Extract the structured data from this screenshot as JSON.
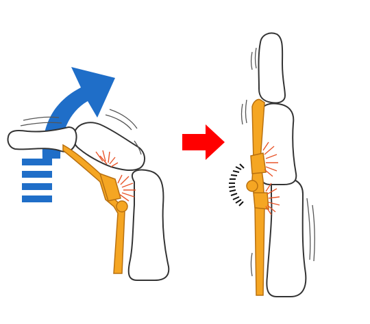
{
  "diagram": {
    "left_panel": {
      "label": "",
      "parts": [
        "finger-bones",
        "extensor-tendon",
        "ligament-fibers",
        "motion-lines",
        "bending-arrow"
      ]
    },
    "transition": {
      "icon": "right-arrow-icon"
    },
    "right_panel": {
      "label": "",
      "parts": [
        "finger-bones",
        "extensor-tendon",
        "ligament-fibers",
        "motion-lines",
        "resistance-arc"
      ]
    }
  },
  "colors": {
    "bone_fill": "#ffffff",
    "bone_stroke": "#333333",
    "tendon": "#f5a623",
    "tendon_stroke": "#b87010",
    "fiber": "#e8552a",
    "bend_arrow": "#1f6ec8",
    "transition_arrow": "#ff0000",
    "motion": "#555555",
    "spring": "#111111"
  }
}
